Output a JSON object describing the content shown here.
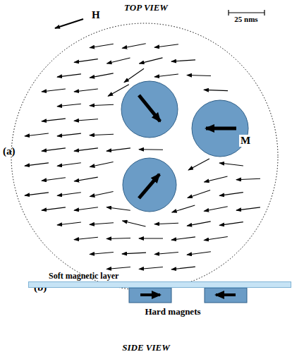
{
  "diagram": {
    "nodes": [
      {
        "text": [
          "Soft magnetic layer"
        ]
      }
    ],
    "labels": [
      "TOP VIEW",
      "H",
      "25 nms",
      "(a)",
      "M",
      "(b)",
      "Hard magnets",
      "SIDE VIEW"
    ]
  }
}
